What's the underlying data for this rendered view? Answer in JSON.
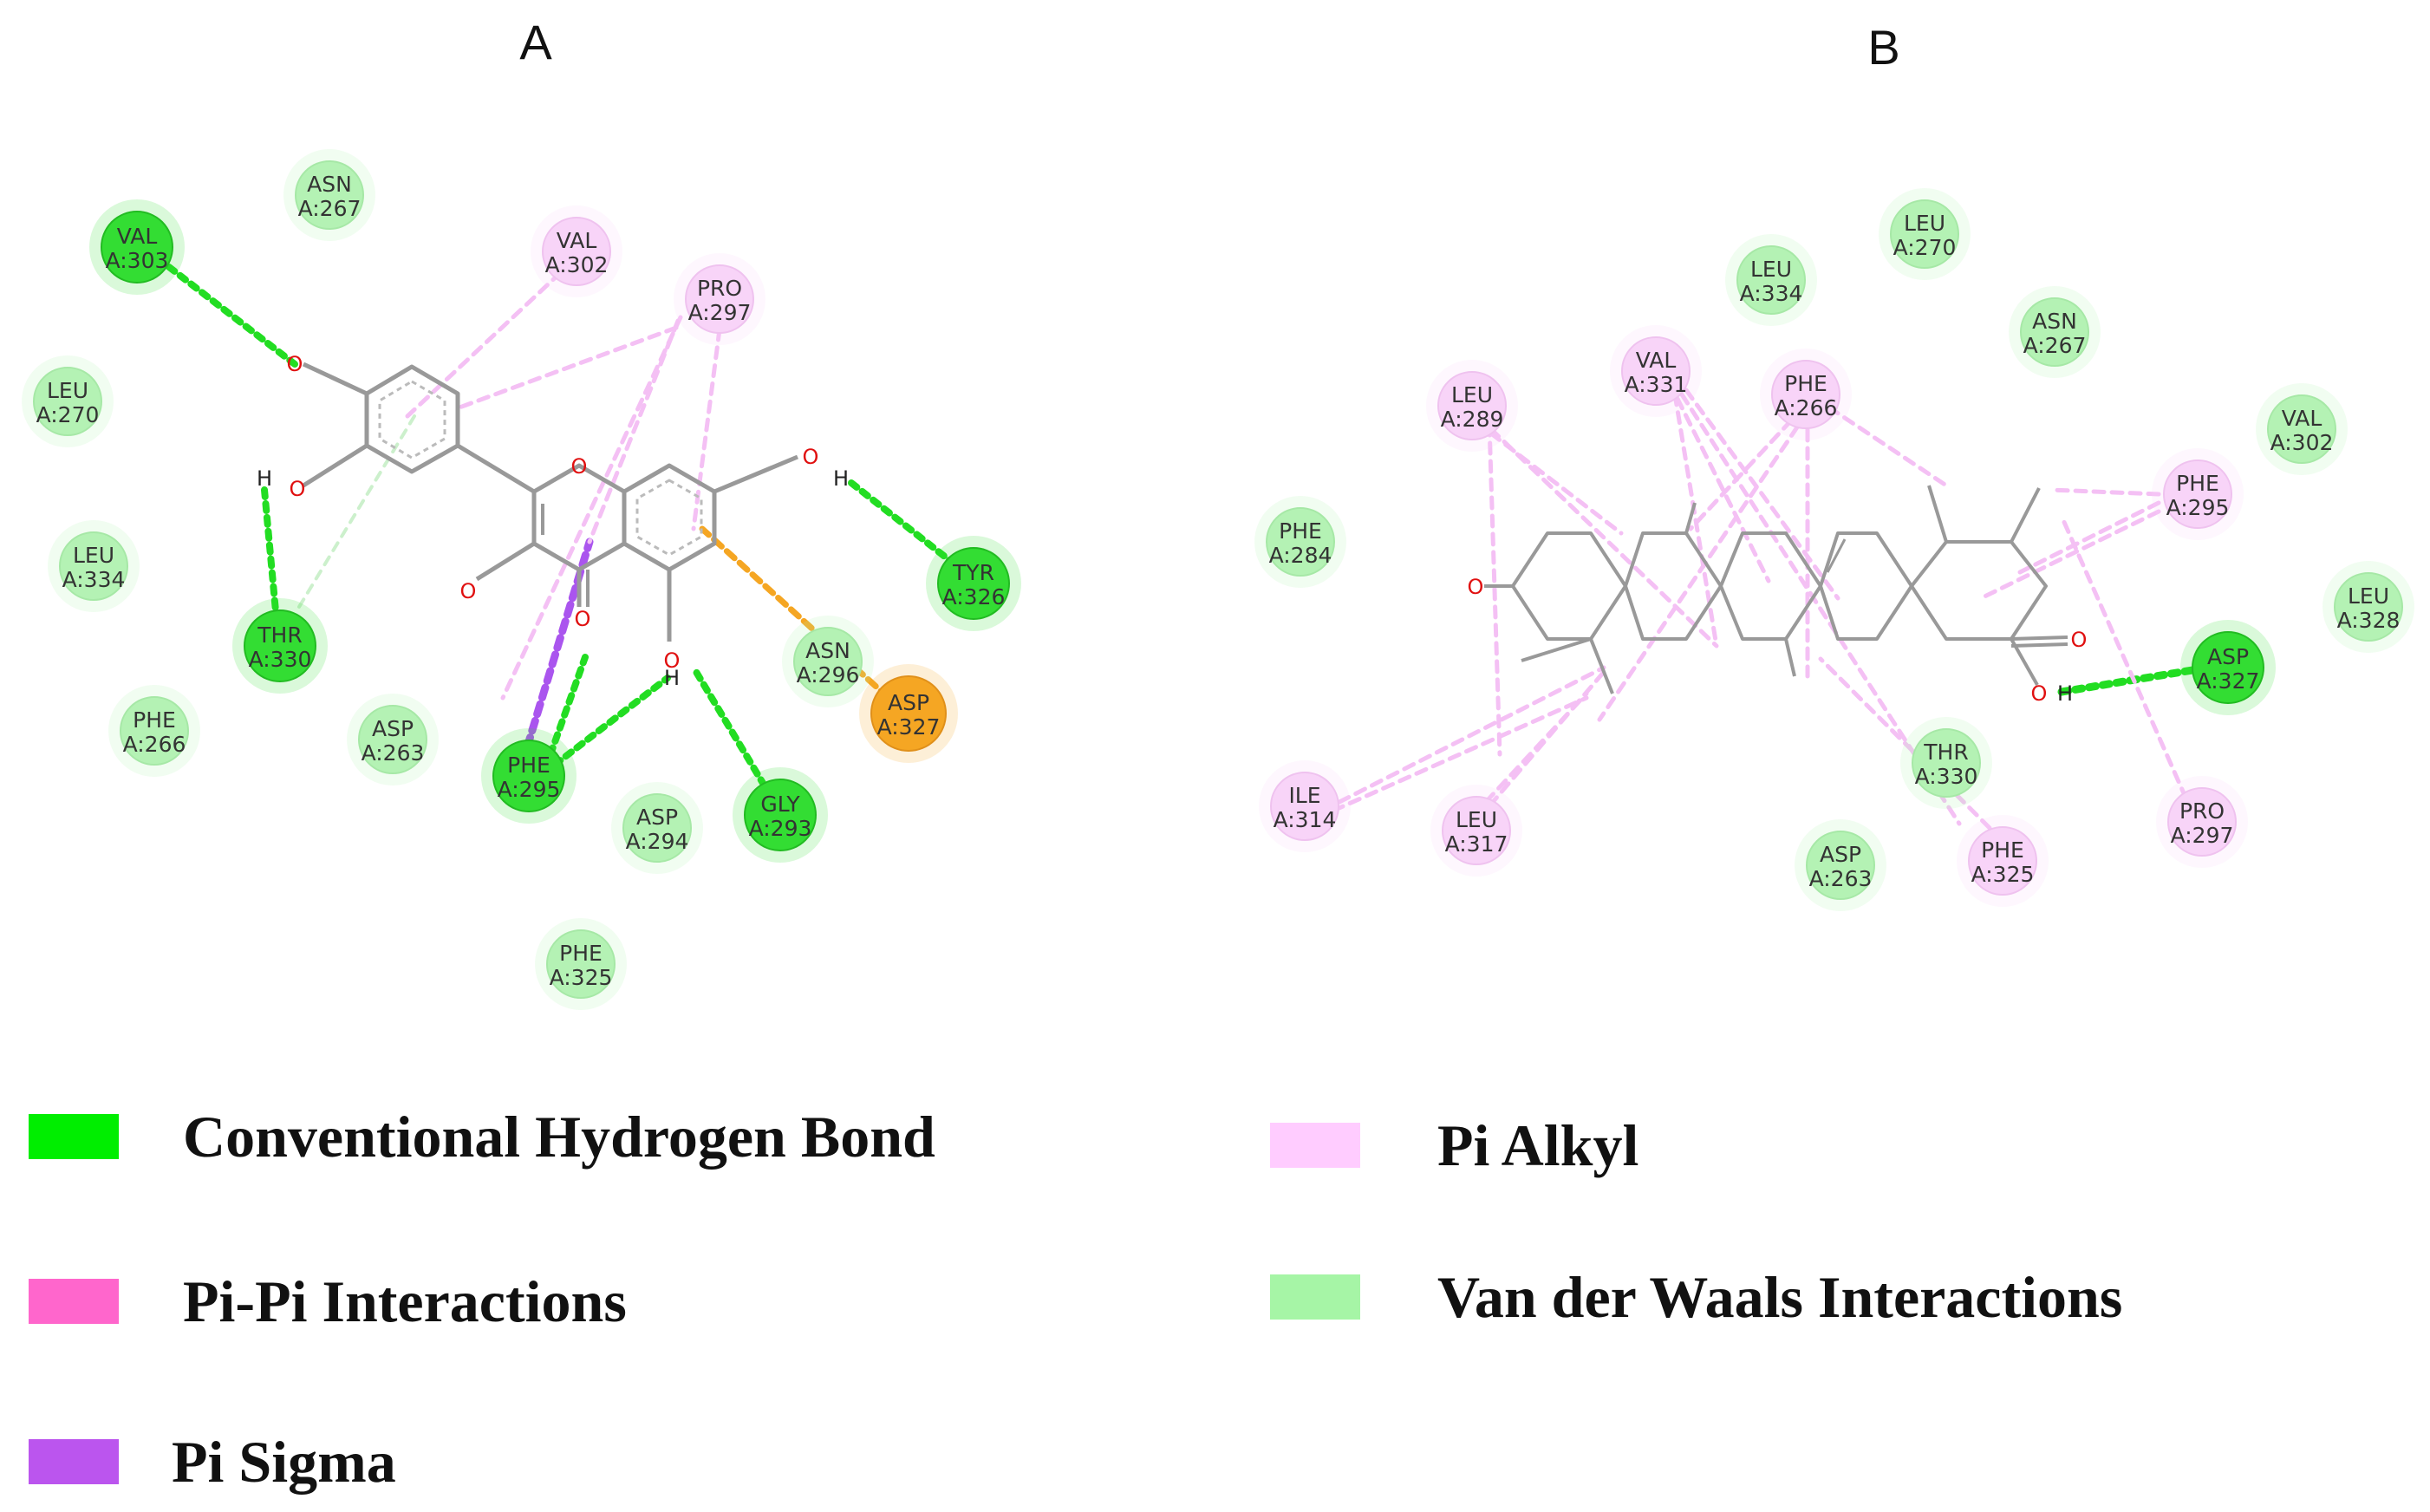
{
  "panels": {
    "a": "A",
    "b": "B"
  },
  "colors": {
    "hbond": "#00ee00",
    "pipi": "#ff66cc",
    "pisigma": "#bb55ee",
    "pialkyl": "#ffccff",
    "vdw": "#a6f5a6",
    "pi_anion": "#f5a623"
  },
  "legend": [
    {
      "key": "hbond",
      "label": "Conventional Hydrogen Bond"
    },
    {
      "key": "pipi",
      "label": "Pi-Pi Interactions"
    },
    {
      "key": "pisigma",
      "label": "Pi Sigma"
    },
    {
      "key": "pialkyl",
      "label": "Pi Alkyl"
    },
    {
      "key": "vdw",
      "label": "Van der Waals Interactions"
    }
  ],
  "residues": {
    "a": [
      {
        "id": "a-val303",
        "name": "VAL",
        "num": "A:303",
        "type": "hbond"
      },
      {
        "id": "a-asn267",
        "name": "ASN",
        "num": "A:267",
        "type": "vdw"
      },
      {
        "id": "a-val302",
        "name": "VAL",
        "num": "A:302",
        "type": "pialkyl"
      },
      {
        "id": "a-pro297",
        "name": "PRO",
        "num": "A:297",
        "type": "pialkyl"
      },
      {
        "id": "a-leu270",
        "name": "LEU",
        "num": "A:270",
        "type": "vdw"
      },
      {
        "id": "a-leu334",
        "name": "LEU",
        "num": "A:334",
        "type": "vdw"
      },
      {
        "id": "a-thr330",
        "name": "THR",
        "num": "A:330",
        "type": "hbond"
      },
      {
        "id": "a-phe266",
        "name": "PHE",
        "num": "A:266",
        "type": "vdw"
      },
      {
        "id": "a-asp263",
        "name": "ASP",
        "num": "A:263",
        "type": "vdw"
      },
      {
        "id": "a-phe295",
        "name": "PHE",
        "num": "A:295",
        "type": "hbond"
      },
      {
        "id": "a-asp294",
        "name": "ASP",
        "num": "A:294",
        "type": "vdw"
      },
      {
        "id": "a-gly293",
        "name": "GLY",
        "num": "A:293",
        "type": "hbond"
      },
      {
        "id": "a-asn296",
        "name": "ASN",
        "num": "A:296",
        "type": "vdw"
      },
      {
        "id": "a-asp327",
        "name": "ASP",
        "num": "A:327",
        "type": "pi_anion"
      },
      {
        "id": "a-tyr326",
        "name": "TYR",
        "num": "A:326",
        "type": "hbond"
      },
      {
        "id": "a-phe325",
        "name": "PHE",
        "num": "A:325",
        "type": "vdw"
      }
    ],
    "b": [
      {
        "id": "b-leu270",
        "name": "LEU",
        "num": "A:270",
        "type": "vdw"
      },
      {
        "id": "b-leu334",
        "name": "LEU",
        "num": "A:334",
        "type": "vdw"
      },
      {
        "id": "b-asn267",
        "name": "ASN",
        "num": "A:267",
        "type": "vdw"
      },
      {
        "id": "b-val331",
        "name": "VAL",
        "num": "A:331",
        "type": "pialkyl"
      },
      {
        "id": "b-phe266",
        "name": "PHE",
        "num": "A:266",
        "type": "pialkyl"
      },
      {
        "id": "b-leu289",
        "name": "LEU",
        "num": "A:289",
        "type": "pialkyl"
      },
      {
        "id": "b-val302",
        "name": "VAL",
        "num": "A:302",
        "type": "vdw"
      },
      {
        "id": "b-phe295",
        "name": "PHE",
        "num": "A:295",
        "type": "pialkyl"
      },
      {
        "id": "b-phe284",
        "name": "PHE",
        "num": "A:284",
        "type": "vdw"
      },
      {
        "id": "b-leu328",
        "name": "LEU",
        "num": "A:328",
        "type": "vdw"
      },
      {
        "id": "b-asp327",
        "name": "ASP",
        "num": "A:327",
        "type": "hbond"
      },
      {
        "id": "b-thr330",
        "name": "THR",
        "num": "A:330",
        "type": "vdw"
      },
      {
        "id": "b-ile314",
        "name": "ILE",
        "num": "A:314",
        "type": "pialkyl"
      },
      {
        "id": "b-leu317",
        "name": "LEU",
        "num": "A:317",
        "type": "pialkyl"
      },
      {
        "id": "b-asp263",
        "name": "ASP",
        "num": "A:263",
        "type": "vdw"
      },
      {
        "id": "b-phe325",
        "name": "PHE",
        "num": "A:325",
        "type": "pialkyl"
      },
      {
        "id": "b-pro297",
        "name": "PRO",
        "num": "A:297",
        "type": "pialkyl"
      }
    ]
  }
}
